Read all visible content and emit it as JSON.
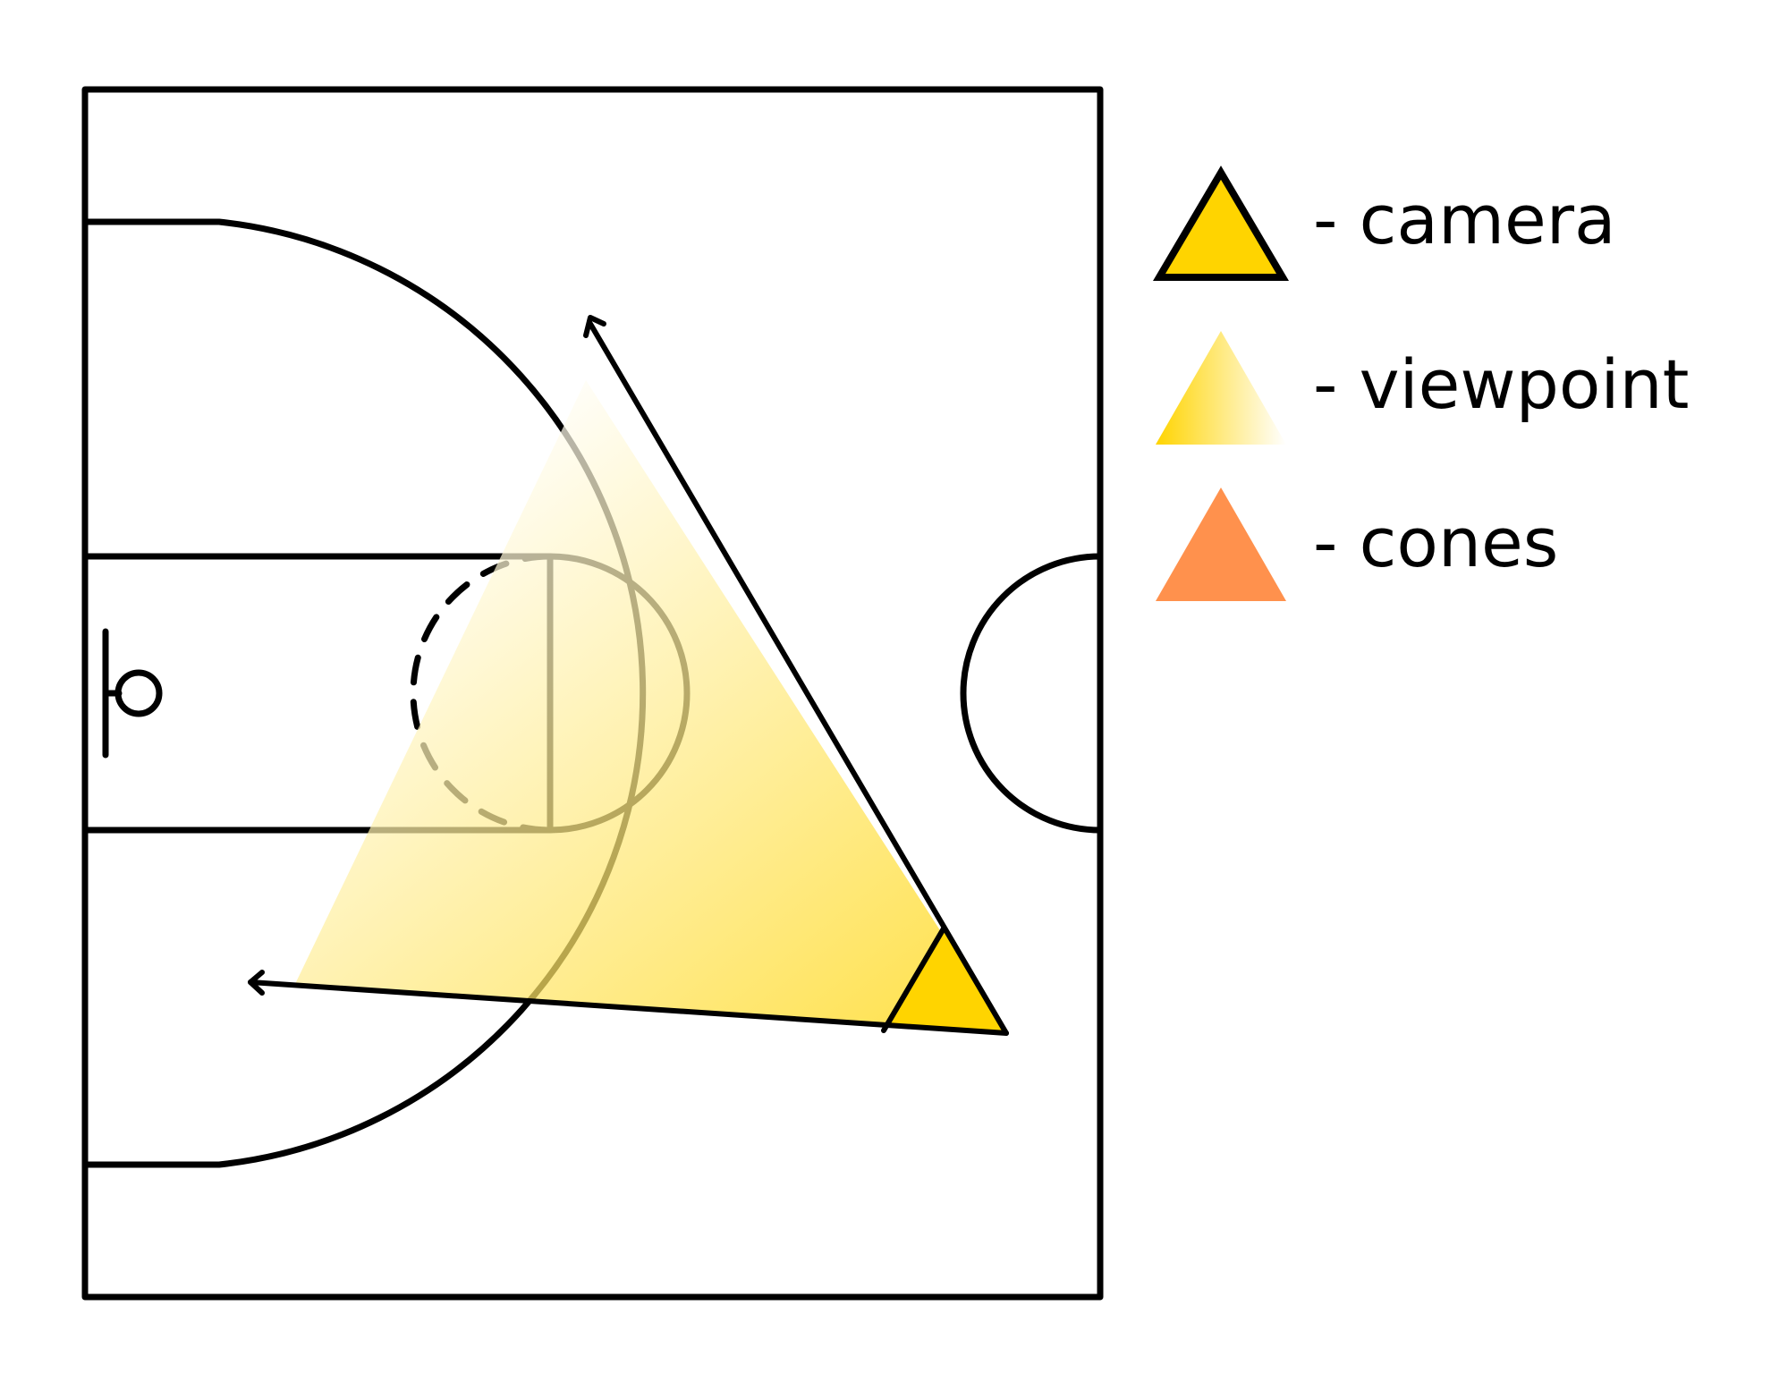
{
  "court": {
    "line_color": "#000000",
    "background": "#ffffff"
  },
  "viewpoint": {
    "gradient_start": "#ffd400",
    "gradient_end": "#ffffff"
  },
  "legend": {
    "items": [
      {
        "key": "camera",
        "label": "- camera",
        "color": "#ffd400",
        "outline": "#000000",
        "icon": "triangle-icon"
      },
      {
        "key": "viewpoint",
        "label": "- viewpoint",
        "color": "#ffd400",
        "fade_to": "#ffffff",
        "icon": "gradient-triangle-icon"
      },
      {
        "key": "cones",
        "label": "- cones",
        "color": "#ff914d",
        "icon": "triangle-icon"
      }
    ]
  }
}
